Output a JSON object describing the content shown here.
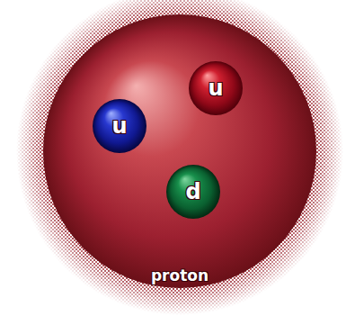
{
  "diagram": {
    "nodes": [
      {
        "text": [
          "proton"
        ]
      },
      {
        "text": [
          "u"
        ],
        "in": 0
      },
      {
        "text": [
          "u"
        ],
        "in": 0
      },
      {
        "text": [
          "d"
        ],
        "in": 0
      }
    ]
  }
}
